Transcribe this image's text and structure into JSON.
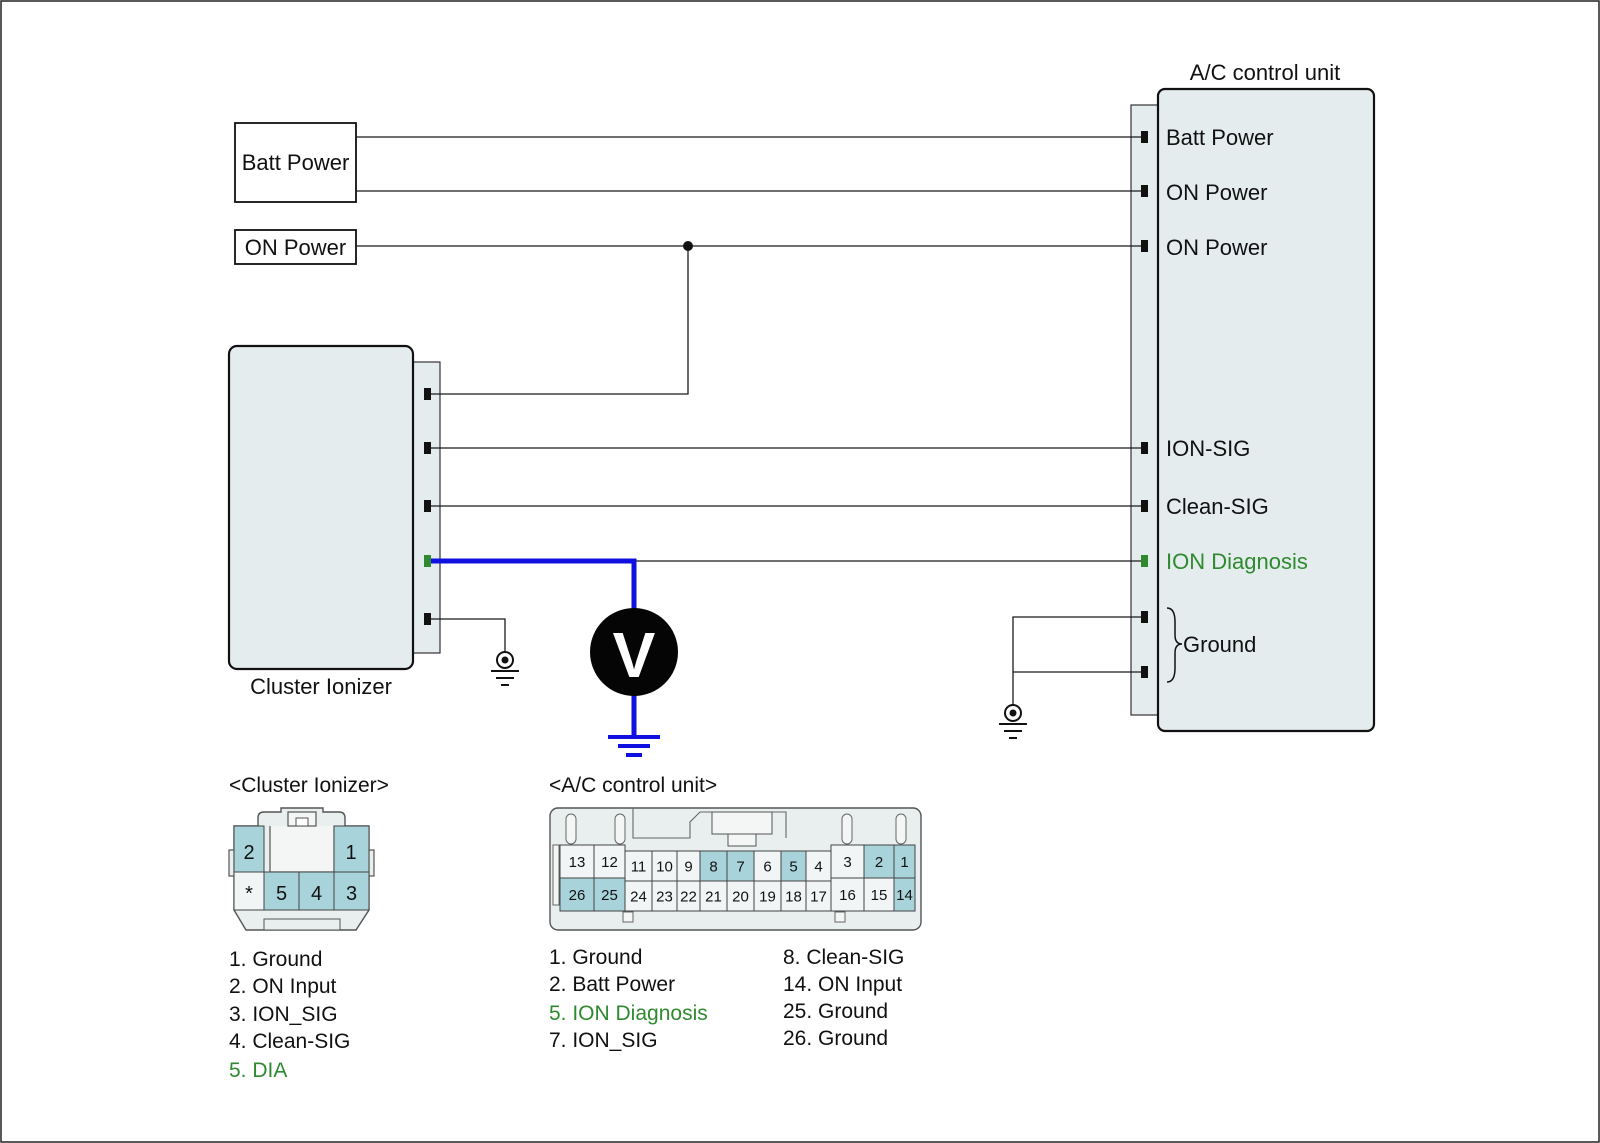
{
  "diagram": {
    "colors": {
      "wire": "#1a1a1a",
      "measurement_wire": "#1010e0",
      "highlight_text": "#2f8a2f",
      "unit_fill": "#e4ecee",
      "active_pin_fill": "#a9d3da",
      "inactive_pin_fill": "#f2f5f5"
    },
    "sources": {
      "batt_power": "Batt Power",
      "on_power": "ON Power"
    },
    "ac_unit": {
      "title": "A/C control unit",
      "pins": {
        "batt_power": "Batt Power",
        "on_power_1": "ON Power",
        "on_power_2": "ON Power",
        "ion_sig": "ION-SIG",
        "clean_sig": "Clean-SIG",
        "ion_diagnosis": "ION Diagnosis",
        "ground": "Ground"
      }
    },
    "cluster_ionizer": {
      "title": "Cluster Ionizer"
    },
    "voltmeter": {
      "symbol": "V",
      "icon": "voltmeter-icon"
    },
    "connectors": {
      "cluster": {
        "title": "<Cluster Ionizer>",
        "pins_top": [
          "2",
          "1"
        ],
        "pins_bottom": [
          "*",
          "5",
          "4",
          "3"
        ],
        "legend": [
          "1. Ground",
          "2. ON Input",
          "3. ION_SIG",
          "4. Clean-SIG",
          "5. DIA"
        ],
        "highlight_legend_index": 4
      },
      "ac": {
        "title": "<A/C control unit>",
        "row_top": [
          "13",
          "12",
          "11",
          "10",
          "9",
          "8",
          "7",
          "6",
          "5",
          "4",
          "3",
          "2",
          "1"
        ],
        "row_bottom": [
          "26",
          "25",
          "24",
          "23",
          "22",
          "21",
          "20",
          "19",
          "18",
          "17",
          "16",
          "15",
          "14"
        ],
        "active_pins": [
          "1",
          "2",
          "5",
          "7",
          "8",
          "14",
          "25",
          "26"
        ],
        "legend_left": [
          "1. Ground",
          "2. Batt Power",
          "5. ION Diagnosis",
          "7. ION_SIG"
        ],
        "legend_right": [
          "8. Clean-SIG",
          "14. ON Input",
          "25. Ground",
          "26. Ground"
        ],
        "highlight_legend_left_index": 2
      }
    }
  }
}
